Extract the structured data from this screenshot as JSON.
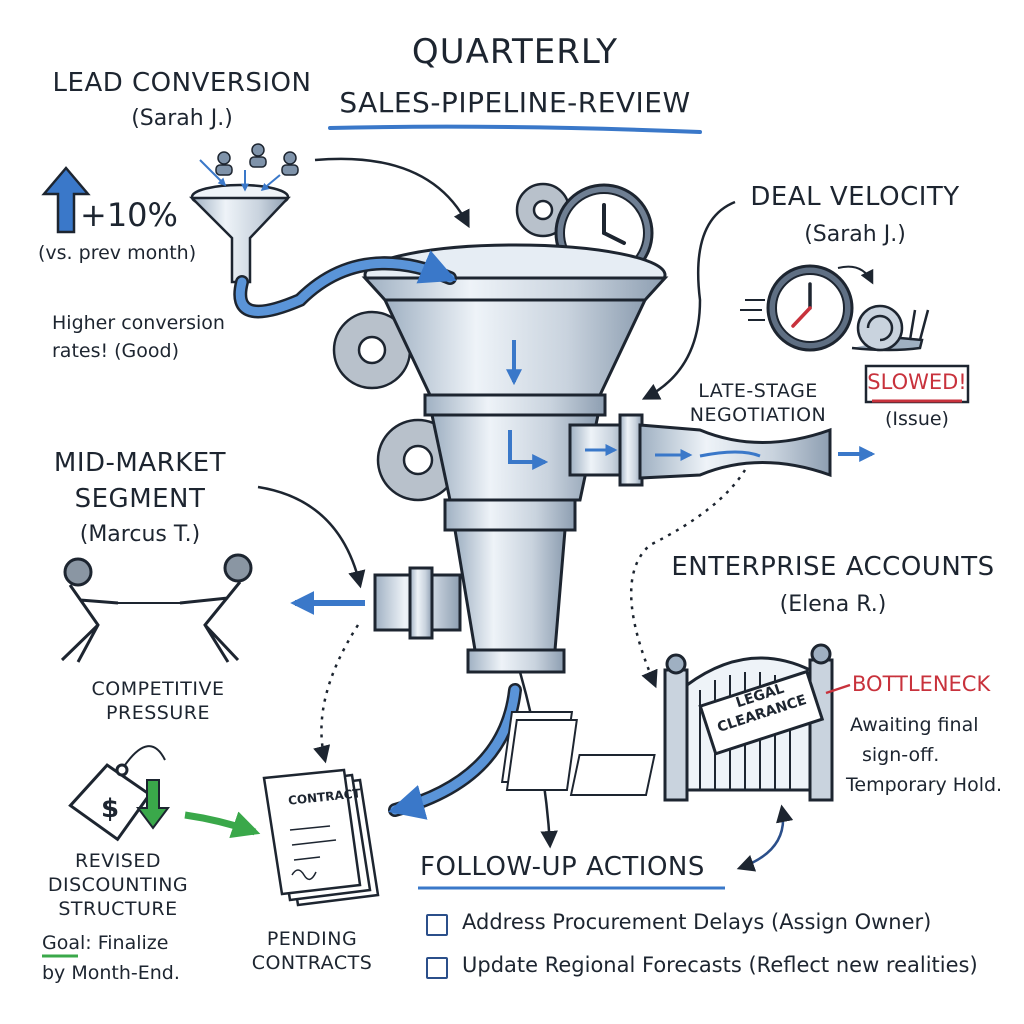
{
  "title": {
    "line1": "QUARTERLY",
    "line2": "SALES-PIPELINE-REVIEW"
  },
  "lead_conversion": {
    "heading": "LEAD CONVERSION",
    "owner": "(Sarah J.)",
    "metric": "+10%",
    "comparison": "(vs. prev month)",
    "note_line1": "Higher conversion",
    "note_line2": "rates! (Good)"
  },
  "deal_velocity": {
    "heading": "DEAL VELOCITY",
    "owner": "(Sarah J.)",
    "stage_line1": "LATE-STAGE",
    "stage_line2": "NEGOTIATION",
    "status": "SLOWED!",
    "status_note": "(Issue)"
  },
  "mid_market": {
    "heading_line1": "MID-MARKET",
    "heading_line2": "SEGMENT",
    "owner": "(Marcus T.)",
    "caption_line1": "COMPETITIVE",
    "caption_line2": "PRESSURE"
  },
  "enterprise": {
    "heading": "ENTERPRISE ACCOUNTS",
    "owner": "(Elena R.)",
    "gate_sign_line1": "LEGAL",
    "gate_sign_line2": "CLEARANCE",
    "status": "BOTTLENECK",
    "note_line1": "Awaiting final",
    "note_line2": "sign-off.",
    "note_line3": "Temporary Hold."
  },
  "discounting": {
    "heading_line1": "REVISED",
    "heading_line2": "DISCOUNTING",
    "heading_line3": "STRUCTURE",
    "goal_label": "Goal",
    "goal_rest": ": Finalize",
    "goal_line2": "by Month-End.",
    "tag_symbol": "$"
  },
  "contracts": {
    "doc_label": "CONTRACT",
    "caption_line1": "PENDING",
    "caption_line2": "CONTRACTS"
  },
  "follow_up": {
    "heading": "FOLLOW-UP ACTIONS",
    "items": [
      {
        "label": "Address Procurement Delays (Assign Owner)",
        "checked": false
      },
      {
        "label": "Update Regional Forecasts (Reflect new realities)",
        "checked": false
      }
    ]
  },
  "colors": {
    "ink": "#1d2530",
    "blue_accent": "#3a78c9",
    "green_accent": "#3aa84a",
    "red_accent": "#c8323c",
    "steel": "#c9d3de"
  }
}
